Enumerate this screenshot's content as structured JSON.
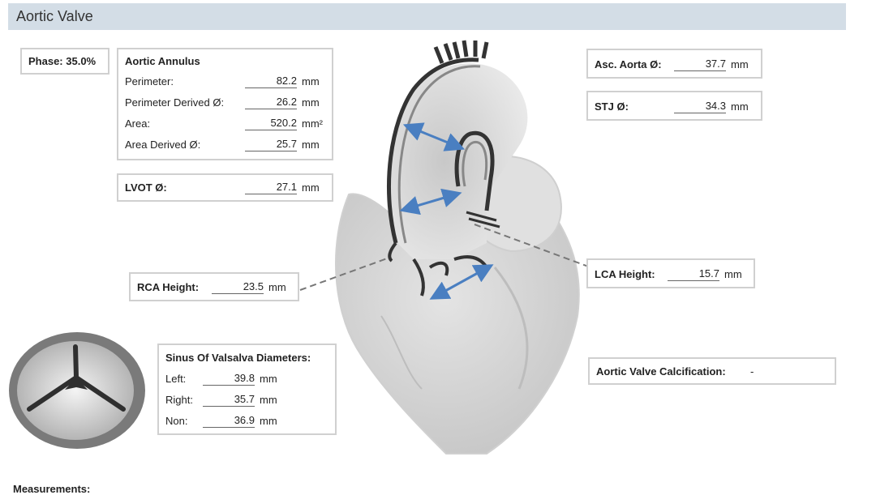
{
  "title": "Aortic Valve",
  "phase": "Phase: 35.0%",
  "annulus": {
    "heading": "Aortic Annulus",
    "rows": [
      {
        "label": "Perimeter:",
        "value": "82.2",
        "unit": "mm"
      },
      {
        "label": "Perimeter Derived Ø:",
        "value": "26.2",
        "unit": "mm"
      },
      {
        "label": "Area:",
        "value": "520.2",
        "unit": "mm²"
      },
      {
        "label": "Area Derived Ø:",
        "value": "25.7",
        "unit": "mm"
      }
    ]
  },
  "lvot": {
    "label": "LVOT Ø:",
    "value": "27.1",
    "unit": "mm"
  },
  "rca": {
    "label": "RCA Height:",
    "value": "23.5",
    "unit": "mm"
  },
  "sinus": {
    "heading": "Sinus Of Valsalva Diameters:",
    "rows": [
      {
        "label": "Left:",
        "value": "39.8",
        "unit": "mm"
      },
      {
        "label": "Right:",
        "value": "35.7",
        "unit": "mm"
      },
      {
        "label": "Non:",
        "value": "36.9",
        "unit": "mm"
      }
    ]
  },
  "asc_aorta": {
    "label": "Asc. Aorta Ø:",
    "value": "37.7",
    "unit": "mm"
  },
  "stj": {
    "label": "STJ Ø:",
    "value": "34.3",
    "unit": "mm"
  },
  "lca": {
    "label": "LCA Height:",
    "value": "15.7",
    "unit": "mm"
  },
  "calcification": {
    "label": "Aortic Valve Calcification:",
    "value": "-"
  },
  "measurements_label": "Measurements:",
  "colors": {
    "arrow": "#4a7fc1",
    "titlebar": "#d3dde6",
    "box_border": "#d0d0d0"
  }
}
